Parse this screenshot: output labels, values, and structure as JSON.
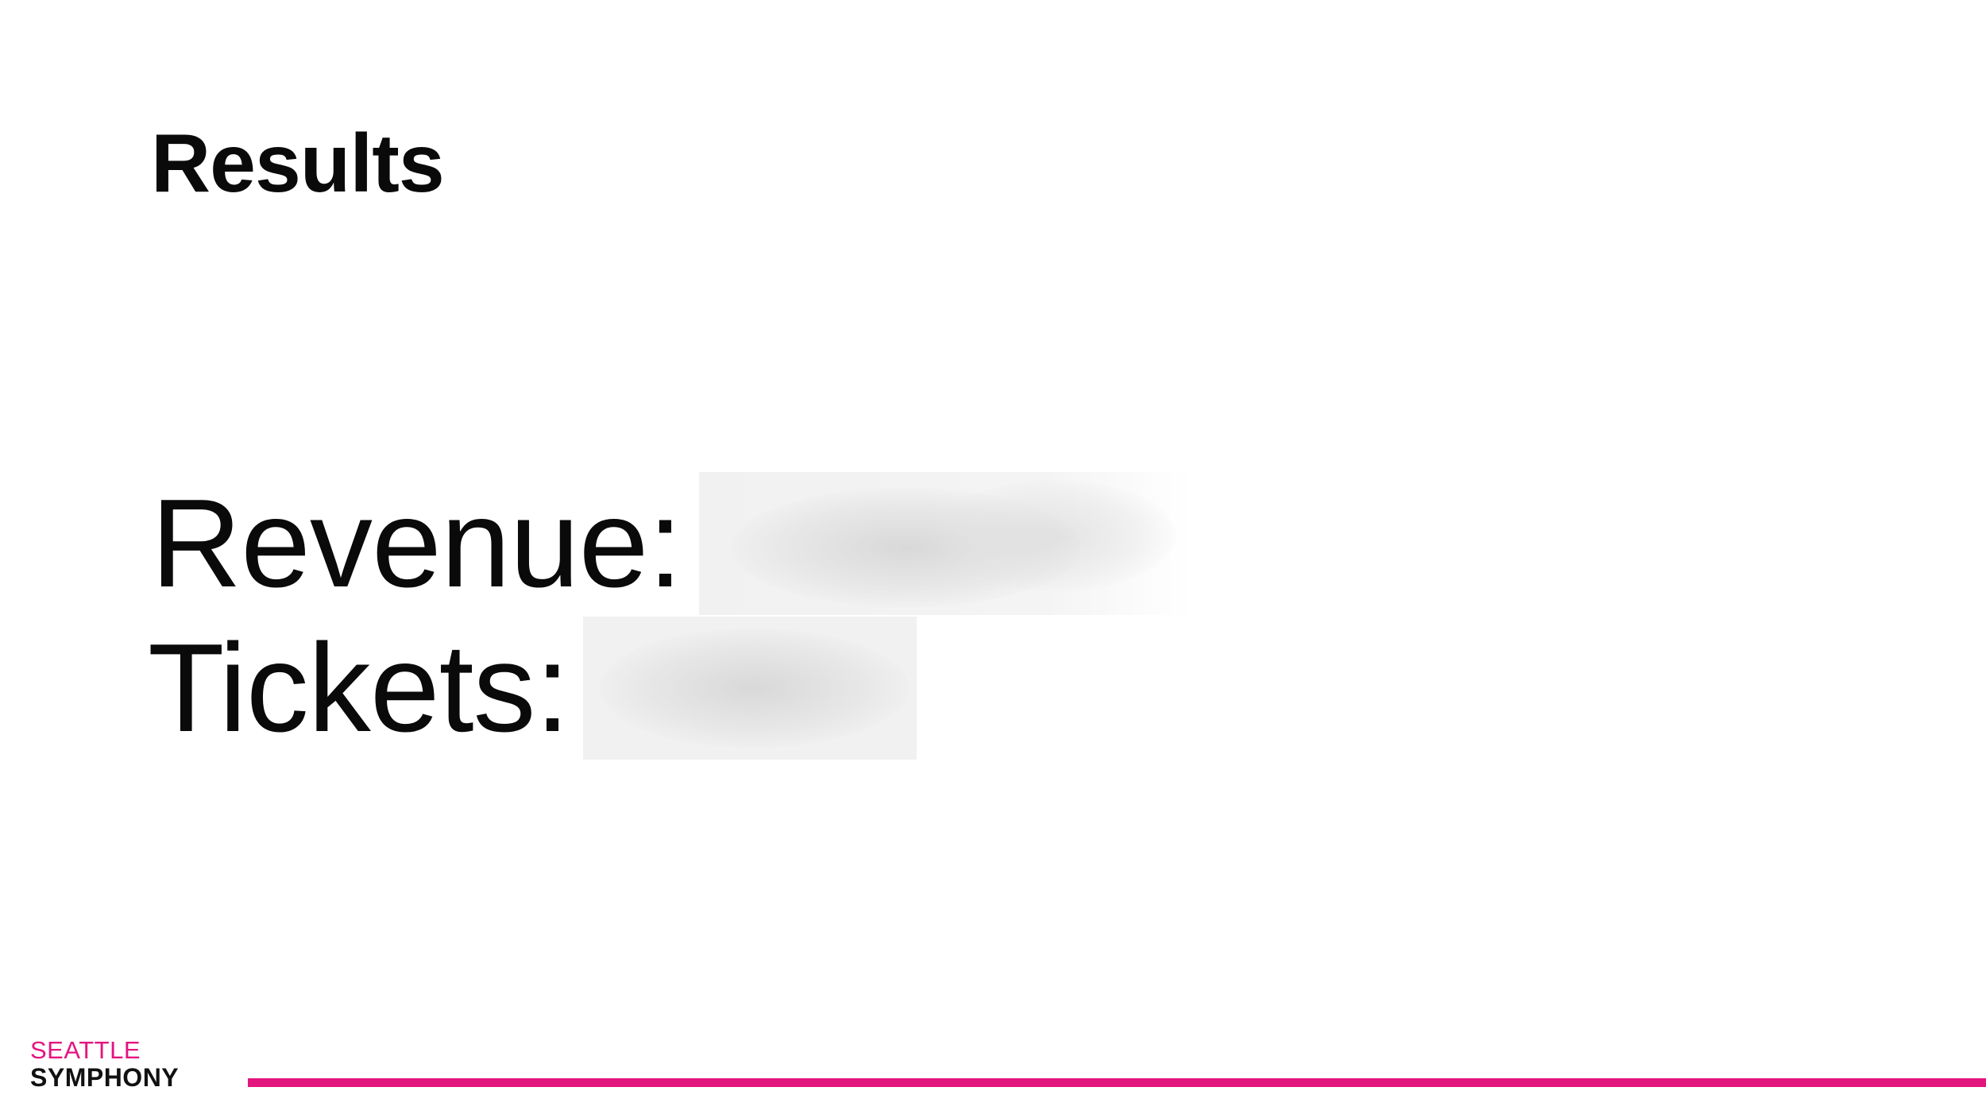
{
  "slide": {
    "title": "Results"
  },
  "metrics": [
    {
      "label": "Revenue:",
      "value_state": "redacted"
    },
    {
      "label": "Tickets:",
      "value_state": "redacted"
    }
  ],
  "logo": {
    "line1": "SEATTLE",
    "line2": "SYMPHONY"
  },
  "colors": {
    "accent": "#e3157f",
    "text": "#0a0a0a",
    "background": "#ffffff",
    "redaction": "#f1f1f1"
  }
}
